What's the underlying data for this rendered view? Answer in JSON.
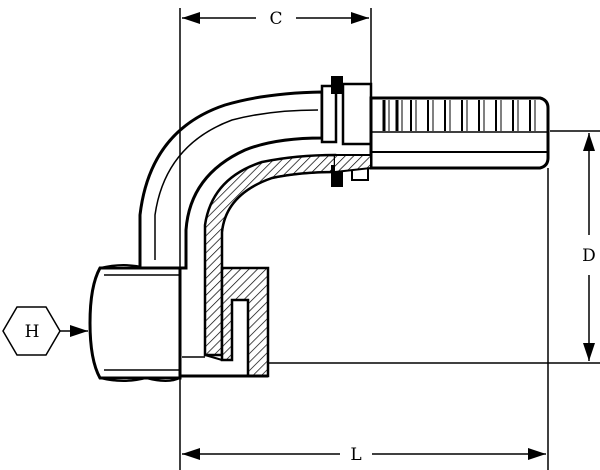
{
  "diagram": {
    "dimension_labels": {
      "c": "C",
      "d": "D",
      "h": "H",
      "l": "L"
    },
    "colors": {
      "line": "#000000",
      "body_fill": "#ffffff",
      "hatch": "#000000"
    }
  }
}
